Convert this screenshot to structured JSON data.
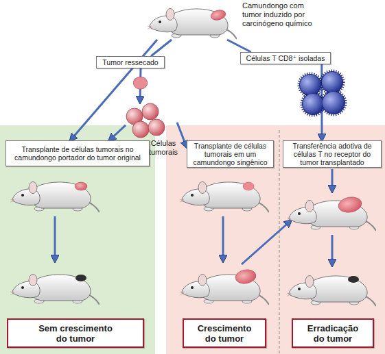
{
  "diagram": {
    "nodes": [
      {
        "text": [
          "Camundongo com tumor induzido por carcinógeno químico"
        ]
      },
      {
        "text": [
          "Tumor ressecado"
        ]
      },
      {
        "text": [
          "Células T CD8⁺ isoladas"
        ]
      },
      {
        "text": [
          "Células tumorais"
        ]
      },
      {
        "text": [
          "Transplante de células tumorais no camundongo portador do tumor original"
        ]
      },
      {
        "text": [
          "Transplante de células tumorais em um camundongo singênico"
        ]
      },
      {
        "text": [
          "Transferência adotiva de células T no receptor do tumor transplantado"
        ]
      },
      {
        "text": [
          "Sem crescimento do tumor"
        ]
      },
      {
        "text": [
          "Crescimento do tumor"
        ]
      },
      {
        "text": [
          "Erradicação do tumor"
        ]
      }
    ],
    "edges": [
      {
        "from": 0,
        "to": 1,
        "arrow": "none"
      },
      {
        "from": 0,
        "to": 4,
        "arrow": "to"
      },
      {
        "from": 0,
        "to": 2,
        "arrow": "none"
      },
      {
        "from": 1,
        "to": 3,
        "arrow": "to"
      },
      {
        "from": 3,
        "to": 4,
        "arrow": "to"
      },
      {
        "from": 3,
        "to": 5,
        "arrow": "to"
      },
      {
        "from": 2,
        "to": 6,
        "arrow": "to"
      }
    ]
  }
}
